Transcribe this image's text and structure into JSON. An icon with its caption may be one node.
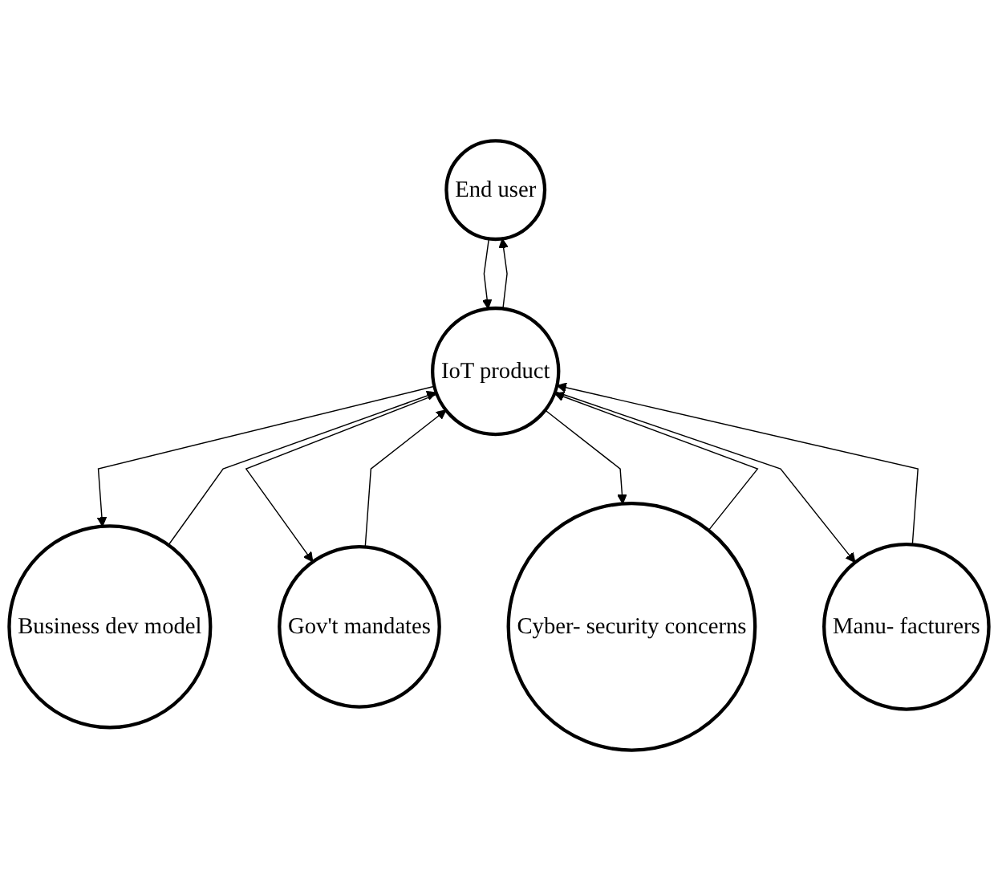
{
  "diagram": {
    "nodes": [
      {
        "text": [
          "End user"
        ]
      },
      {
        "text": [
          "Business dev model"
        ]
      },
      {
        "text": [
          "IoT product"
        ]
      },
      {
        "text": [
          "Gov't mandates"
        ]
      },
      {
        "text": [
          "Cyber- security concerns"
        ]
      },
      {
        "text": [
          "Manu- facturers"
        ]
      }
    ],
    "edges": [
      {
        "from": 0,
        "to": 2,
        "arrow": "to"
      },
      {
        "from": 2,
        "to": 0,
        "arrow": "to"
      },
      {
        "from": 2,
        "to": 1,
        "arrow": "to"
      },
      {
        "from": 1,
        "to": 2,
        "arrow": "to"
      },
      {
        "from": 2,
        "to": 3,
        "arrow": "to"
      },
      {
        "from": 3,
        "to": 2,
        "arrow": "to"
      },
      {
        "from": 4,
        "to": 2,
        "arrow": "to"
      },
      {
        "from": 2,
        "to": 4,
        "arrow": "to"
      },
      {
        "from": 2,
        "to": 5,
        "arrow": "to"
      },
      {
        "from": 5,
        "to": 2,
        "arrow": "to"
      }
    ]
  }
}
